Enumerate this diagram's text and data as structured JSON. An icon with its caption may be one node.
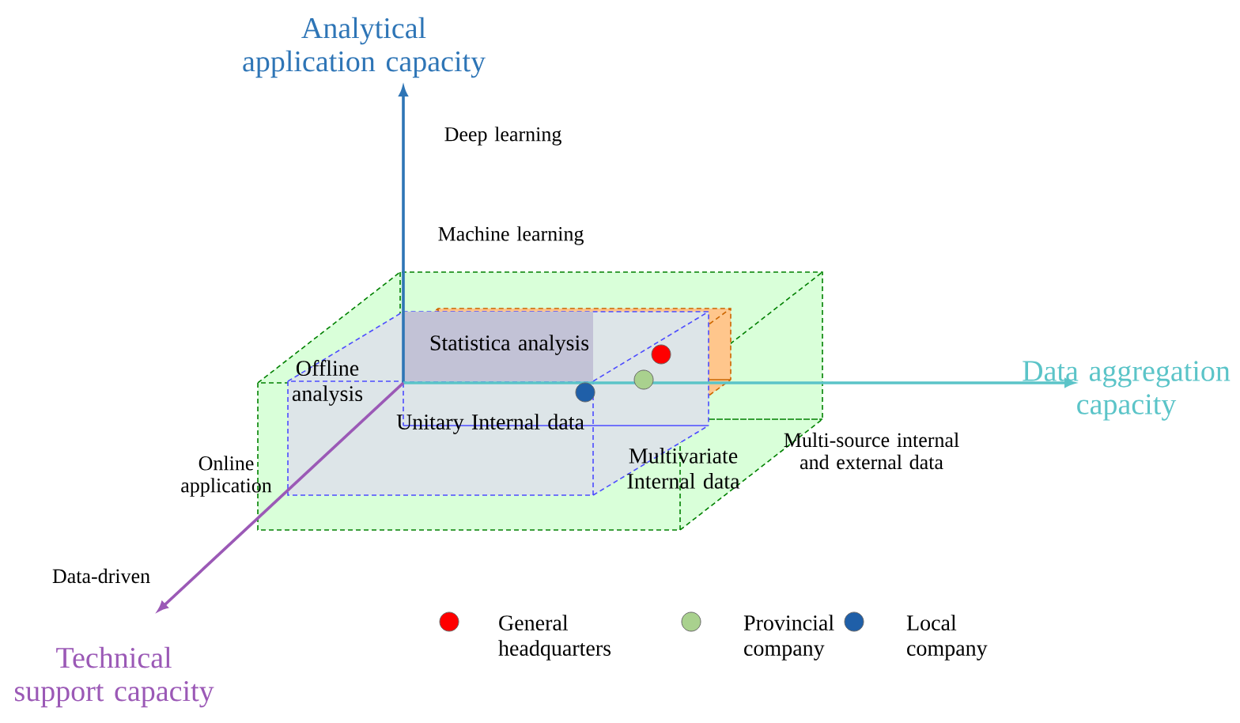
{
  "diagram": {
    "labels": [
      "Analytical application capacity",
      "Deep learning",
      "Machine learning",
      "Statistica analysis",
      "Offline analysis",
      "Unitary Internal data",
      "Multivariate Internal data",
      "Data aggregation capacity",
      "Multi-source internal and external data",
      "Online application",
      "Data-driven",
      "Technical support capacity"
    ],
    "legend": [
      {
        "text": "General headquarters",
        "color": "#ff0000"
      },
      {
        "text": "Provincial company",
        "color": "#a9d18e"
      },
      {
        "text": "Local company",
        "color": "#1f5fa8"
      }
    ]
  }
}
